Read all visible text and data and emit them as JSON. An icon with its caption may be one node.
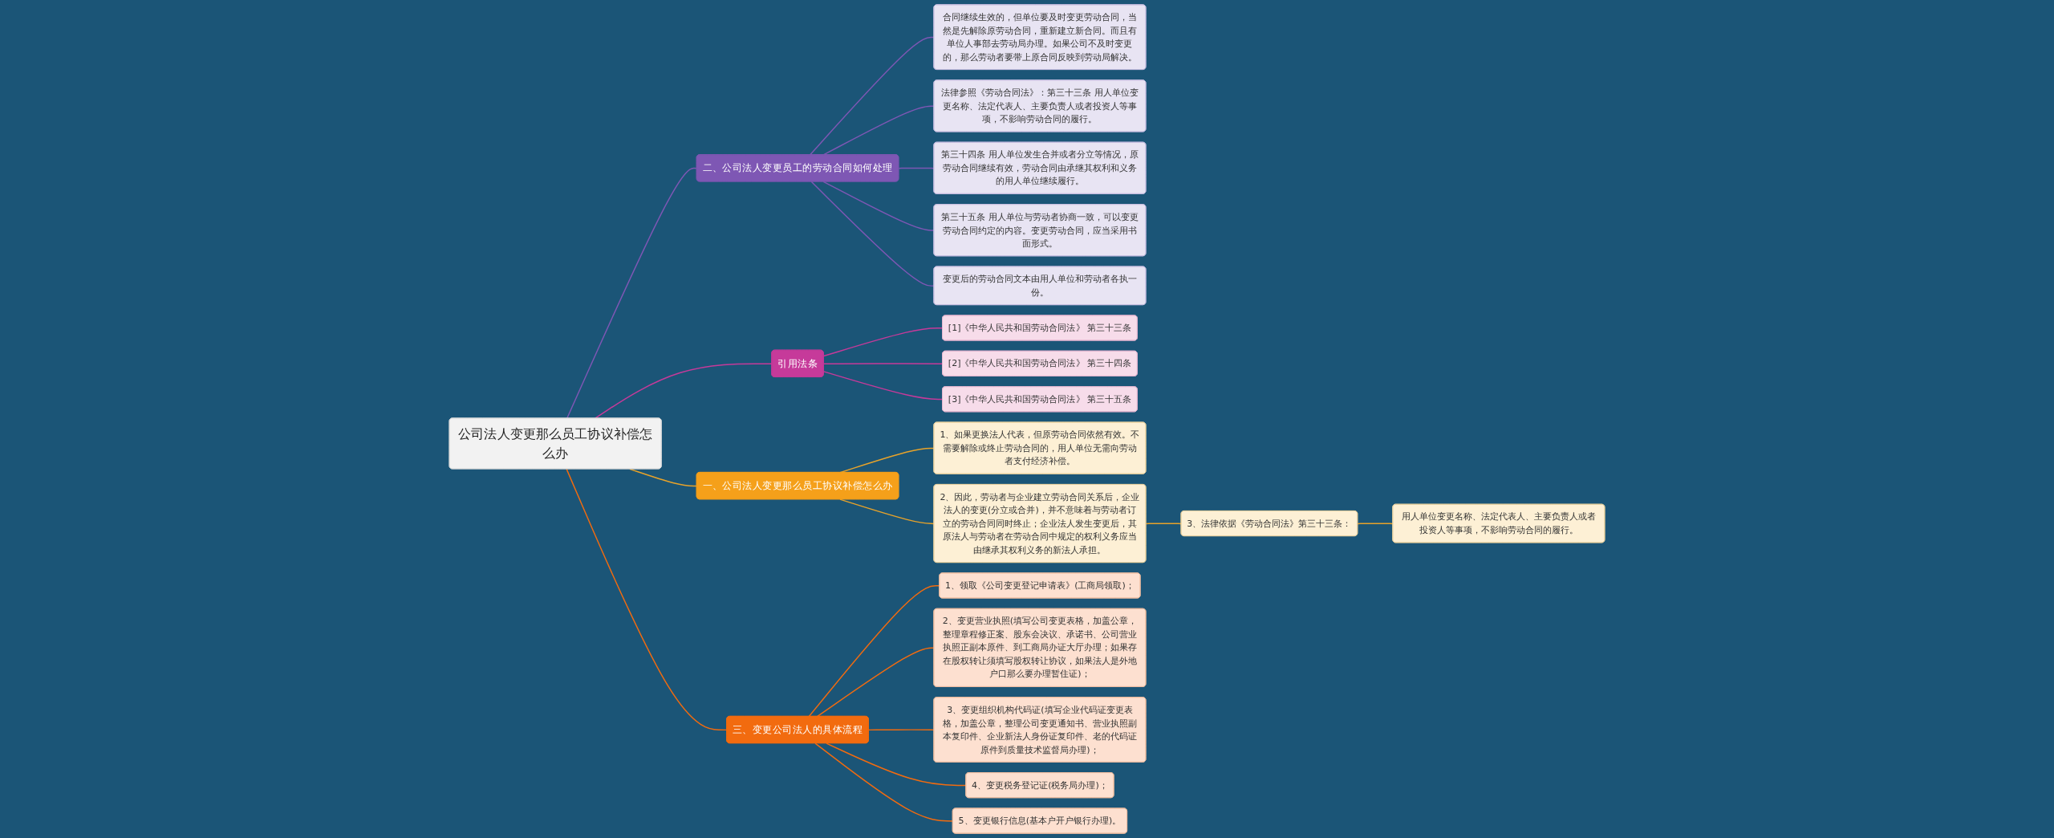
{
  "diagram": {
    "nodes": [
      {
        "text": [
          "公司法人变更那么员工协议补偿怎么办"
        ]
      },
      {
        "text": [
          "二、公司法人变更员工的劳动合同如何处理"
        ]
      },
      {
        "text": [
          "合同继续生效的，但单位要及时变更劳动合同，当然是先解除原劳动合同，重新建立新合同。而且有单位人事部去劳动局办理。如果公司不及时变更的，那么劳动者要带上原合同反映到劳动局解决。"
        ]
      },
      {
        "text": [
          "法律参照《劳动合同法》：第三十三条 用人单位变更名称、法定代表人、主要负责人或者投资人等事项，不影响劳动合同的履行。"
        ]
      },
      {
        "text": [
          "第三十四条 用人单位发生合并或者分立等情况，原劳动合同继续有效，劳动合同由承继其权利和义务的用人单位继续履行。"
        ]
      },
      {
        "text": [
          "第三十五条 用人单位与劳动者协商一致，可以变更劳动合同约定的内容。变更劳动合同，应当采用书面形式。"
        ]
      },
      {
        "text": [
          "变更后的劳动合同文本由用人单位和劳动者各执一份。"
        ]
      },
      {
        "text": [
          "引用法条"
        ]
      },
      {
        "text": [
          "[1]《中华人民共和国劳动合同法》 第三十三条"
        ]
      },
      {
        "text": [
          "[2]《中华人民共和国劳动合同法》 第三十四条"
        ]
      },
      {
        "text": [
          "[3]《中华人民共和国劳动合同法》 第三十五条"
        ]
      },
      {
        "text": [
          "一、公司法人变更那么员工协议补偿怎么办"
        ]
      },
      {
        "text": [
          "1、如果更换法人代表，但原劳动合同依然有效。不需要解除或终止劳动合同的，用人单位无需向劳动者支付经济补偿。"
        ]
      },
      {
        "text": [
          "2、因此，劳动者与企业建立劳动合同关系后，企业法人的变更(分立或合并)，并不意味着与劳动者订立的劳动合同同时终止；企业法人发生变更后，其原法人与劳动者在劳动合同中规定的权利义务应当由继承其权利义务的新法人承担。"
        ]
      },
      {
        "text": [
          "3、法律依据《劳动合同法》第三十三条："
        ]
      },
      {
        "text": [
          "用人单位变更名称、法定代表人、主要负责人或者投资人等事项，不影响劳动合同的履行。"
        ]
      },
      {
        "text": [
          "三、变更公司法人的具体流程"
        ]
      },
      {
        "text": [
          "1、领取《公司变更登记申请表》(工商局领取)；"
        ]
      },
      {
        "text": [
          "2、变更营业执照(填写公司变更表格，加盖公章，整理章程修正案、股东会决议、承诺书、公司营业执照正副本原件、到工商局办证大厅办理；如果存在股权转让须填写股权转让协议，如果法人是外地户口那么要办理暂住证)；"
        ]
      },
      {
        "text": [
          "3、变更组织机构代码证(填写企业代码证变更表格，加盖公章，整理公司变更通知书、营业执照副本复印件、企业新法人身份证复印件、老的代码证原件到质量技术监督局办理)；"
        ]
      },
      {
        "text": [
          "4、变更税务登记证(税务局办理)；"
        ]
      },
      {
        "text": [
          "5、变更银行信息(基本户开户银行办理)。"
        ]
      }
    ],
    "edges": [
      {
        "from": 0,
        "to": 1,
        "arrow": "none",
        "color": "#7e57b4"
      },
      {
        "from": 1,
        "to": 2,
        "arrow": "none",
        "color": "#7e57b4"
      },
      {
        "from": 1,
        "to": 3,
        "arrow": "none",
        "color": "#7e57b4"
      },
      {
        "from": 1,
        "to": 4,
        "arrow": "none",
        "color": "#7e57b4"
      },
      {
        "from": 1,
        "to": 5,
        "arrow": "none",
        "color": "#7e57b4"
      },
      {
        "from": 1,
        "to": 6,
        "arrow": "none",
        "color": "#7e57b4"
      },
      {
        "from": 0,
        "to": 7,
        "arrow": "none",
        "color": "#c63a9a"
      },
      {
        "from": 7,
        "to": 8,
        "arrow": "none",
        "color": "#c63a9a"
      },
      {
        "from": 7,
        "to": 9,
        "arrow": "none",
        "color": "#c63a9a"
      },
      {
        "from": 7,
        "to": 10,
        "arrow": "none",
        "color": "#c63a9a"
      },
      {
        "from": 0,
        "to": 11,
        "arrow": "none",
        "color": "#e8a32a"
      },
      {
        "from": 11,
        "to": 12,
        "arrow": "none",
        "color": "#e8a32a"
      },
      {
        "from": 11,
        "to": 13,
        "arrow": "none",
        "color": "#e8a32a"
      },
      {
        "from": 13,
        "to": 14,
        "arrow": "none",
        "color": "#e8a32a"
      },
      {
        "from": 14,
        "to": 15,
        "arrow": "none",
        "color": "#e8a32a"
      },
      {
        "from": 0,
        "to": 16,
        "arrow": "none",
        "color": "#f26b0f"
      },
      {
        "from": 16,
        "to": 17,
        "arrow": "none",
        "color": "#f26b0f"
      },
      {
        "from": 16,
        "to": 18,
        "arrow": "none",
        "color": "#f26b0f"
      },
      {
        "from": 16,
        "to": 19,
        "arrow": "none",
        "color": "#f26b0f"
      },
      {
        "from": 16,
        "to": 20,
        "arrow": "none",
        "color": "#f26b0f"
      },
      {
        "from": 16,
        "to": 21,
        "arrow": "none",
        "color": "#f26b0f"
      }
    ]
  }
}
